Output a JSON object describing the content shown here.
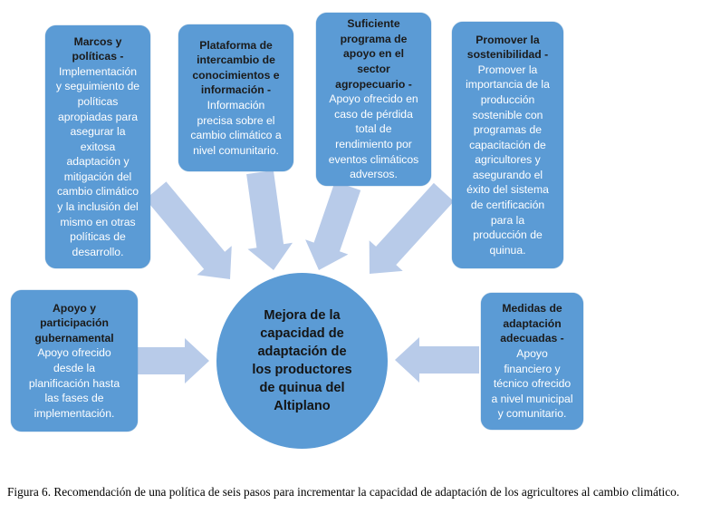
{
  "colors": {
    "box": "#5b9bd5",
    "arrow": "#b8cbe9",
    "header_text": "#1b1b1b",
    "body_text": "#ffffff"
  },
  "boxes": [
    {
      "id": "marcos",
      "head": [
        "Marcos y",
        "políticas -"
      ],
      "body": [
        "Implementación",
        "y seguimiento de",
        "políticas",
        "apropiadas para",
        "asegurar la",
        "exitosa",
        "adaptación y",
        "mitigación del",
        "cambio climático",
        "y la inclusión del",
        "mismo en otras",
        "políticas de",
        "desarrollo."
      ]
    },
    {
      "id": "plataforma",
      "head": [
        "Plataforma de",
        "intercambio de",
        "conocimientos e",
        "información -"
      ],
      "body": [
        "Información",
        "precisa sobre el",
        "cambio climático a",
        "nivel comunitario."
      ]
    },
    {
      "id": "suficiente",
      "head": [
        "Suficiente",
        "programa de",
        "apoyo en el",
        "sector",
        "agropecuario -"
      ],
      "body": [
        "Apoyo ofrecido en",
        "caso de pérdida",
        "total de",
        "rendimiento por",
        "eventos climáticos",
        "adversos."
      ]
    },
    {
      "id": "promover",
      "head": [
        "Promover la",
        "sostenibilidad -"
      ],
      "body": [
        "Promover la",
        "importancia de la",
        "producción",
        "sostenible con",
        "programas de",
        "capacitación de",
        "agricultores y",
        "asegurando el",
        "éxito del sistema",
        "de certificación",
        "para la",
        "producción de",
        "quinua."
      ]
    },
    {
      "id": "apoyo",
      "head": [
        "Apoyo y",
        "participación",
        "gubernamental"
      ],
      "body": [
        "Apoyo ofrecido",
        "desde la",
        "planificación hasta",
        "las fases de",
        "implementación."
      ]
    },
    {
      "id": "medidas",
      "head": [
        "Medidas de",
        "adaptación",
        "adecuadas -"
      ],
      "body": [
        "Apoyo",
        "financiero y",
        "técnico ofrecido",
        "a nivel municipal",
        "y comunitario."
      ]
    }
  ],
  "center": {
    "lines": [
      "Mejora de la",
      "capacidad de",
      "adaptación de",
      "los productores",
      "de quinua del",
      "Altiplano"
    ]
  },
  "caption": "Figura 6. Recomendación de una política de seis pasos para incrementar la capacidad de adaptación de los agricultores al cambio climático."
}
